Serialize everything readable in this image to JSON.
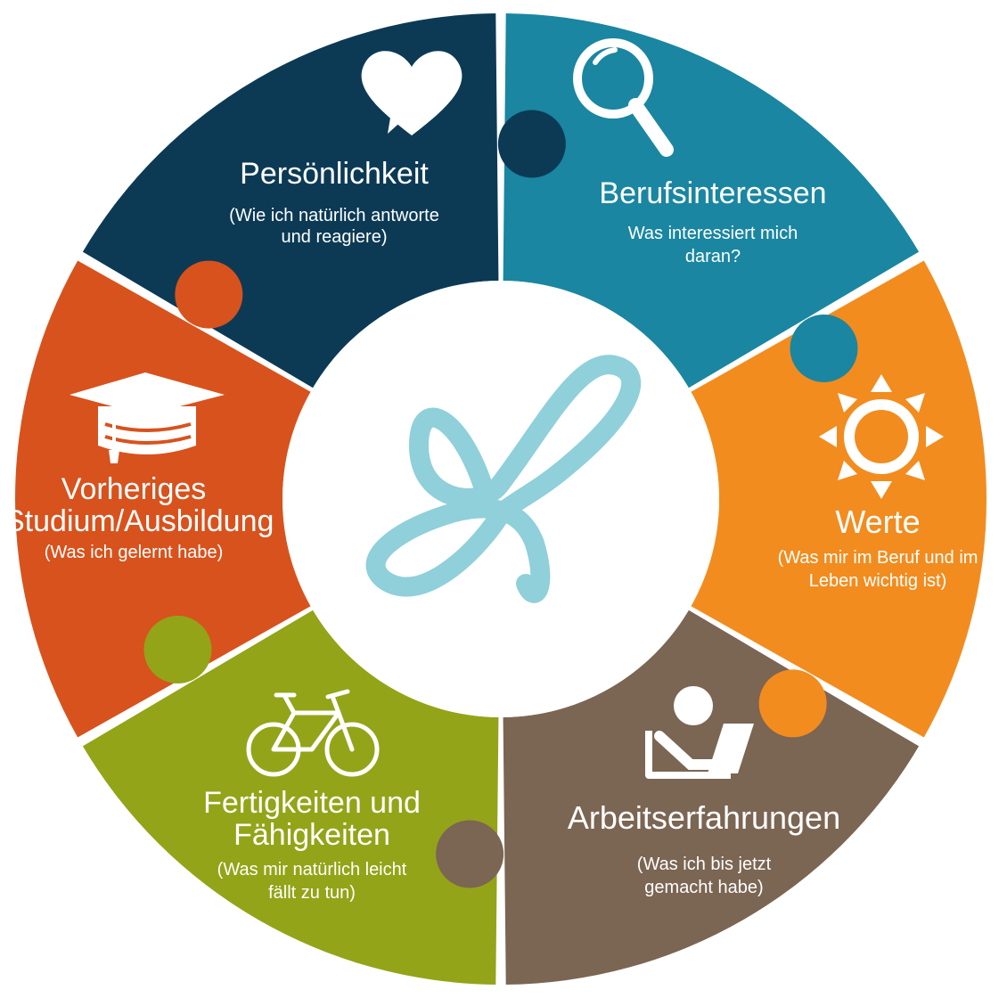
{
  "diagram": {
    "segments": [
      {
        "id": "personality",
        "title": "Persönlichkeit",
        "subtitle_line1": "(Wie ich natürlich antworte",
        "subtitle_line2": "und reagiere)",
        "color": "#0c3a55",
        "icon": "heart-icon"
      },
      {
        "id": "interests",
        "title": "Berufsinteressen",
        "subtitle_line1": "Was interessiert mich",
        "subtitle_line2": "daran?",
        "color": "#1a86a1",
        "icon": "magnifier-icon"
      },
      {
        "id": "values",
        "title": "Werte",
        "subtitle_line1": "(Was mir im Beruf und im",
        "subtitle_line2": "Leben wichtig ist)",
        "color": "#f28c1f",
        "icon": "sun-icon"
      },
      {
        "id": "experience",
        "title": "Arbeitserfahrungen",
        "subtitle_line1": "(Was ich bis jetzt",
        "subtitle_line2": "gemacht habe)",
        "color": "#7b6553",
        "icon": "laptop-user-icon"
      },
      {
        "id": "skills",
        "title_line1": "Fertigkeiten und",
        "title_line2": "Fähigkeiten",
        "subtitle_line1": "(Was mir natürlich leicht",
        "subtitle_line2": "fällt zu tun)",
        "color": "#93a418",
        "icon": "bicycle-icon"
      },
      {
        "id": "education",
        "title_line1": "Vorheriges",
        "title_line2": "Studium/Ausbildung",
        "subtitle_line1": "(Was ich gelernt habe)",
        "color": "#d8521d",
        "icon": "graduation-cap-icon"
      }
    ],
    "center_icon": "infinity-loop-icon",
    "center_color": "#8fd0da"
  }
}
